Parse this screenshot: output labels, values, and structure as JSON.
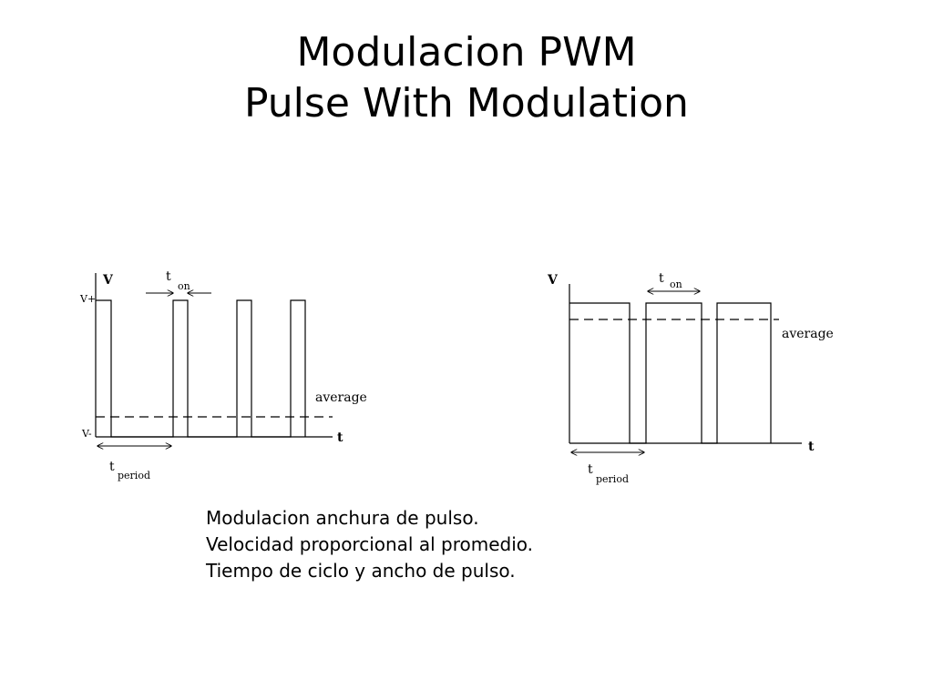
{
  "title": {
    "line1": "Modulacion PWM",
    "line2": "Pulse With Modulation"
  },
  "diagrams": {
    "low_duty": {
      "y_axis_label": "V",
      "x_axis_label": "t",
      "v_plus_label": "V+",
      "v_minus_label": "V-",
      "average_label": "average",
      "t_on_label": "t",
      "t_on_sub": "on",
      "t_period_label": "t",
      "t_period_sub": "period",
      "duty_cycle": 0.25
    },
    "high_duty": {
      "y_axis_label": "V",
      "x_axis_label": "t",
      "average_label": "average",
      "t_on_label": "t",
      "t_on_sub": "on",
      "t_period_label": "t",
      "t_period_sub": "period",
      "duty_cycle": 0.8
    }
  },
  "caption": [
    "Modulacion anchura de pulso.",
    "Velocidad proporcional al promedio.",
    "Tiempo de ciclo y ancho de pulso."
  ]
}
